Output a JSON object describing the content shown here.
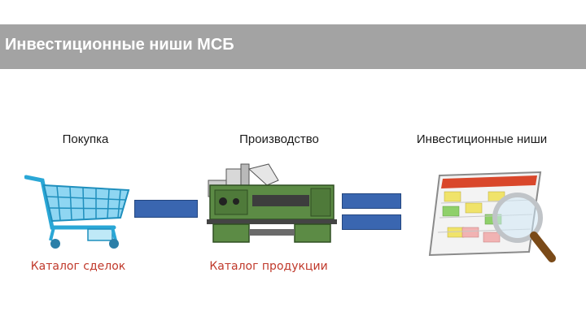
{
  "header": {
    "title": "Инвестиционные ниши МСБ"
  },
  "columns": [
    {
      "label": "Покупка",
      "caption": "Каталог сделок",
      "icon": "shopping-cart-icon"
    },
    {
      "label": "Производство",
      "caption": "Каталог продукции",
      "icon": "lathe-machine-icon"
    },
    {
      "label": "Инвестиционные ниши",
      "caption": "",
      "icon": "magnifier-table-icon"
    }
  ],
  "operators": {
    "minus": "minus-sign",
    "equals": "equals-sign"
  },
  "colors": {
    "header_bg": "#a3a3a3",
    "header_text": "#ffffff",
    "operator_blue": "#3a66b0",
    "caption_red": "#c0392b"
  }
}
